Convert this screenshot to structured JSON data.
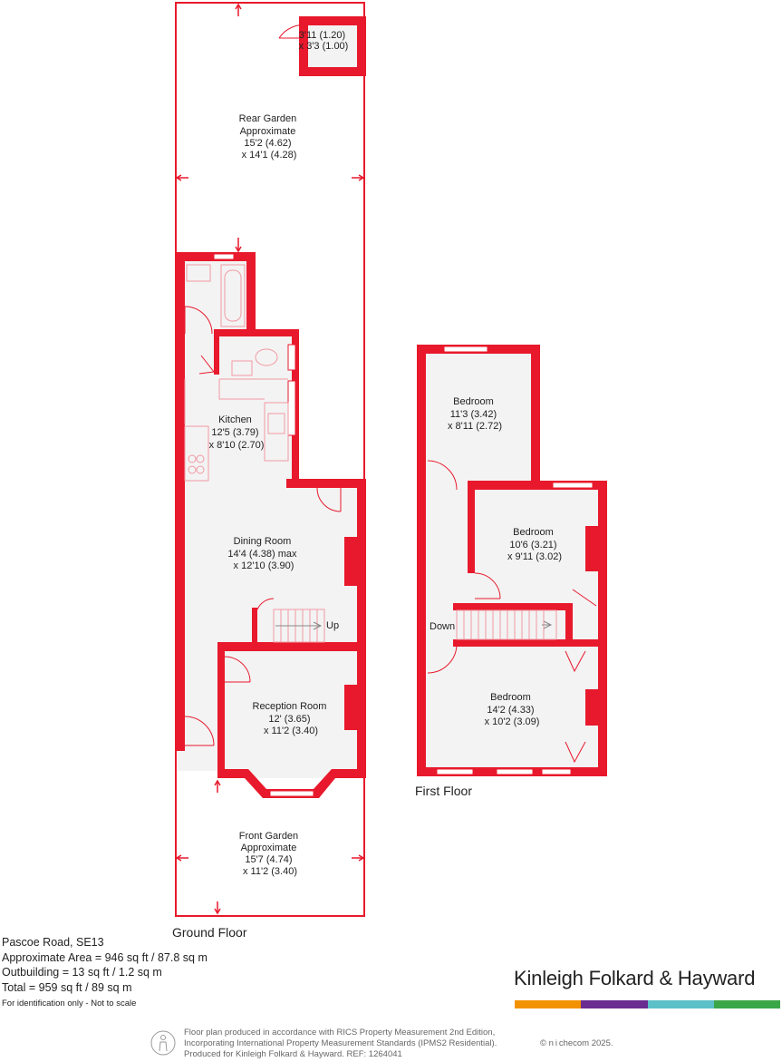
{
  "colors": {
    "wall": "#e8192c",
    "floor": "#f3f3f3",
    "fixture": "#f29aa3"
  },
  "rooms": {
    "outbuilding": [
      "3'11 (1.20)",
      "x 3'3 (1.00)"
    ],
    "rear_garden": [
      "Rear Garden",
      "Approximate",
      "15'2 (4.62)",
      "x 14'1 (4.28)"
    ],
    "kitchen": [
      "Kitchen",
      "12'5 (3.79)",
      "x 8'10 (2.70)"
    ],
    "dining": [
      "Dining Room",
      "14'4 (4.38) max",
      "x 12'10 (3.90)"
    ],
    "reception": [
      "Reception Room",
      "12' (3.65)",
      "x 11'2 (3.40)"
    ],
    "front_garden": [
      "Front Garden",
      "Approximate",
      "15'7 (4.74)",
      "x 11'2 (3.40)"
    ],
    "bed1": [
      "Bedroom",
      "11'3 (3.42)",
      "x 8'11 (2.72)"
    ],
    "bed2": [
      "Bedroom",
      "10'6 (3.21)",
      "x 9'11 (3.02)"
    ],
    "bed3": [
      "Bedroom",
      "14'2 (4.33)",
      "x 10'2 (3.09)"
    ],
    "up": "Up",
    "down": "Down"
  },
  "floors": {
    "ground": "Ground Floor",
    "first": "First Floor"
  },
  "info": {
    "address": "Pascoe Road, SE13",
    "area": "Approximate Area = 946 sq ft / 87.8 sq m",
    "outbuilding": "Outbuilding = 13 sq ft / 1.2 sq m",
    "total": "Total = 959 sq ft / 89 sq m",
    "disclaimer": "For identification only - Not to scale"
  },
  "brand": {
    "name": "Kinleigh Folkard & Hayward",
    "bar_colors": [
      "#f39200",
      "#6a2c91",
      "#5bc0c8",
      "#3aa648"
    ]
  },
  "footer": {
    "line1": "Floor plan produced in accordance with RICS Property Measurement 2nd Edition,",
    "line2": "Incorporating International Property Measurement Standards (IPMS2 Residential).",
    "line3": "Produced for Kinleigh Folkard & Hayward.   REF: 1264041",
    "credit": "© n i checom 2025."
  }
}
